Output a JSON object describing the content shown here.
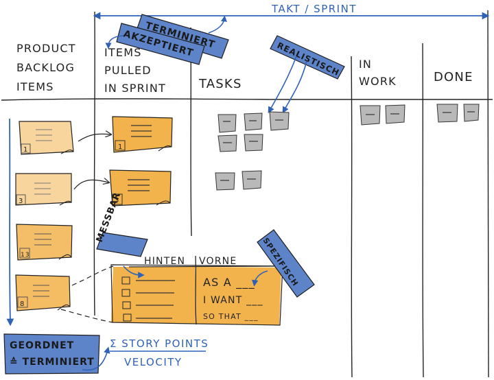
{
  "header": {
    "takt_sprint": "TAKT / SPRINT"
  },
  "columns": {
    "backlog": [
      "PRODUCT",
      "BACKLOG",
      "ITEMS"
    ],
    "pulled": [
      "ITEMS",
      "PULLED",
      "IN SPRINT"
    ],
    "tasks": "TASKS",
    "in_work": [
      "IN",
      "WORK"
    ],
    "done": "DONE"
  },
  "tags": {
    "terminiert": "TERMINIERT",
    "akzeptiert": "AKZEPTIERT",
    "realistisch": "REALISTISCH",
    "messbar": "MESSBAR",
    "spezifisch": "SPEZIFISCH",
    "geordnet_line1": "GEORDNET",
    "geordnet_line2": "≙ TERMINIERT"
  },
  "story_card": {
    "hinten": "HINTEN",
    "vorne": "VORNE",
    "lines": [
      "AS A ___",
      "I WANT ___",
      "SO THAT ___"
    ]
  },
  "backlog_numbers": [
    "1",
    "3",
    "13",
    "8"
  ],
  "pulled_numbers": [
    "1",
    "3"
  ],
  "footer": {
    "story_points": "Σ STORY POINTS",
    "velocity": "VELOCITY"
  },
  "colors": {
    "blue": "#2f62b7",
    "tag_fill": "#5d83c8",
    "orange": "#f2b34d",
    "grey": "#b9b9b9",
    "ink": "#222222"
  }
}
